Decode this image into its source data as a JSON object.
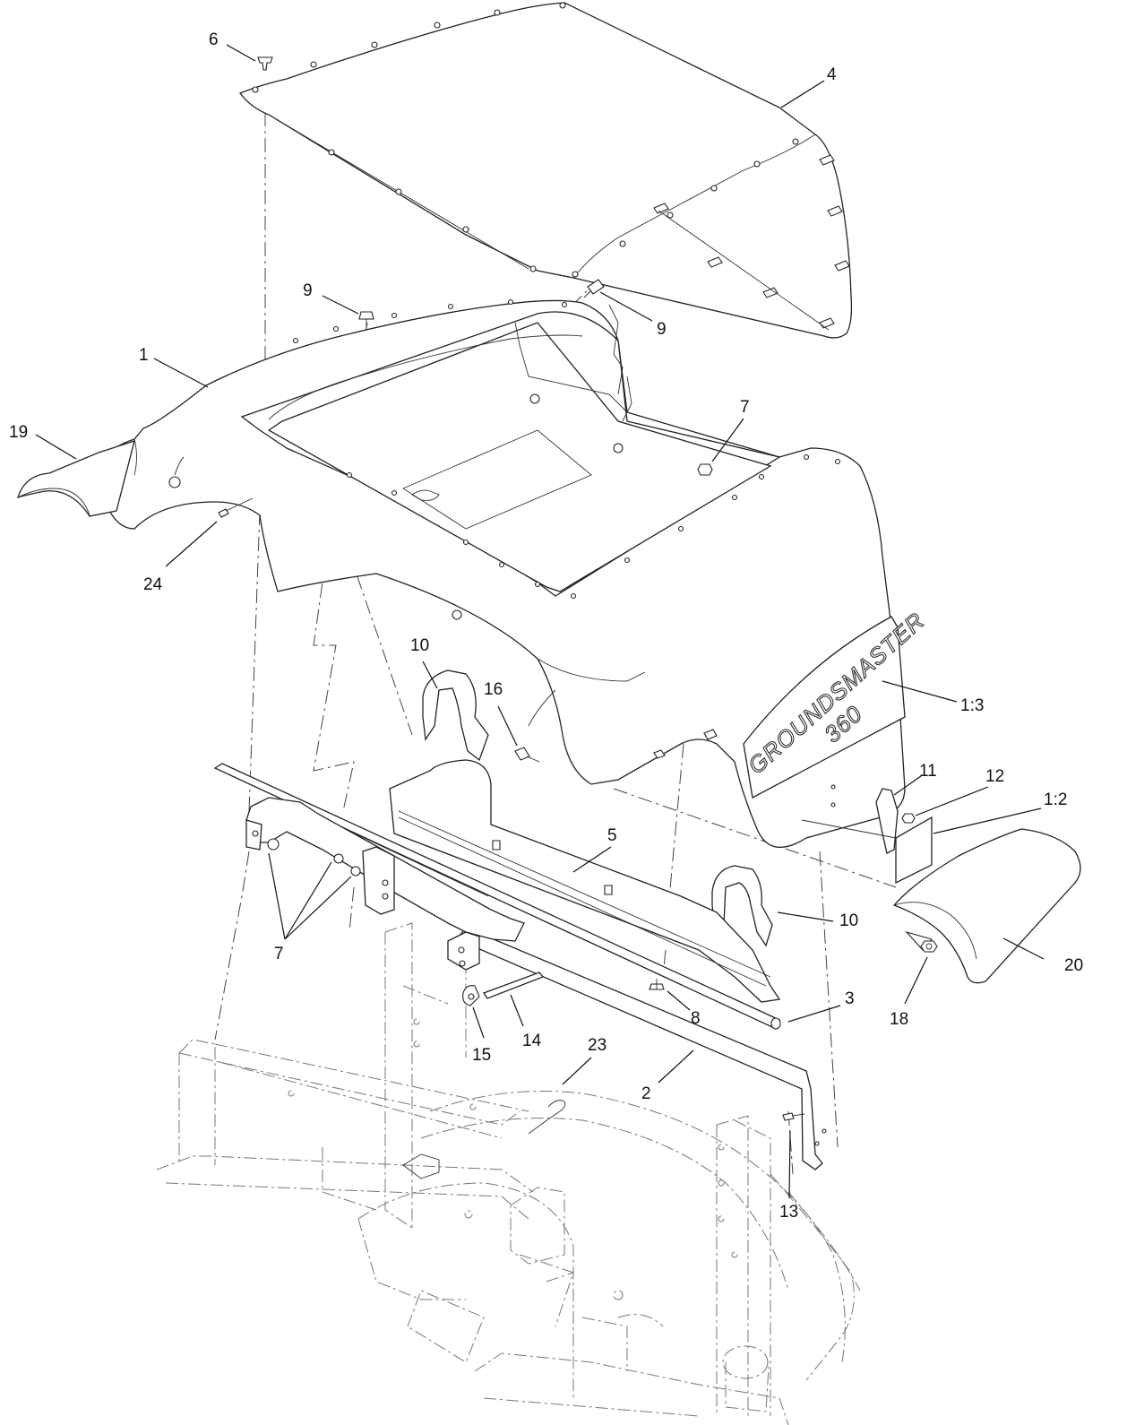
{
  "diagram": {
    "callouts": [
      "6",
      "4",
      "9",
      "9",
      "1",
      "19",
      "7",
      "24",
      "10",
      "16",
      "1:3",
      "11",
      "12",
      "1:2",
      "5",
      "10",
      "7",
      "20",
      "18",
      "3",
      "8",
      "15",
      "14",
      "23",
      "2",
      "13"
    ],
    "brand_text": "GROUNDSMASTER",
    "model_text": "360"
  }
}
